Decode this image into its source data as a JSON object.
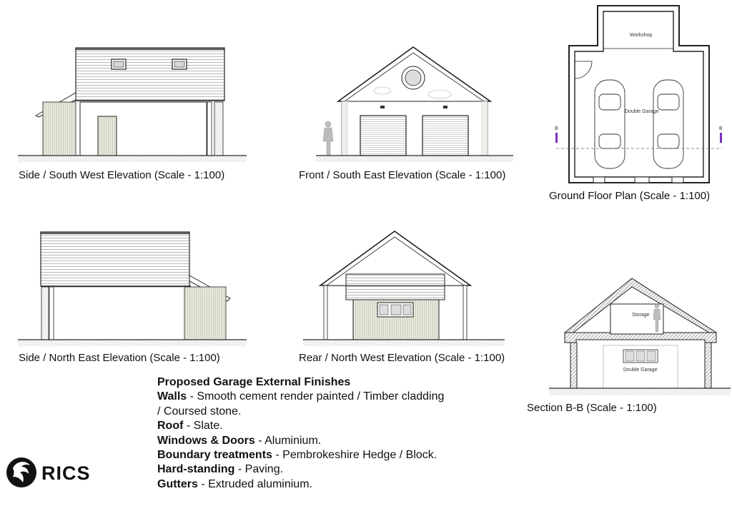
{
  "captions": {
    "side_sw": "Side / South West Elevation (Scale - 1:100)",
    "front_se": "Front / South East Elevation (Scale - 1:100)",
    "ground_floor": "Ground Floor Plan (Scale - 1:100)",
    "side_ne": "Side / North East Elevation (Scale - 1:100)",
    "rear_nw": "Rear / North West Elevation (Scale - 1:100)",
    "section_bb": "Section B-B (Scale - 1:100)"
  },
  "plan_labels": {
    "workshop": "Workshop",
    "double_garage": "Double Garage",
    "section_marker_left": "B",
    "section_marker_right": "B"
  },
  "section_labels": {
    "storage": "Storage",
    "double_garage": "Double Garage"
  },
  "finishes": {
    "title": "Proposed Garage External Finishes",
    "items": [
      {
        "key": "Walls",
        "value": " - Smooth cement render painted / Timber cladding"
      },
      {
        "key": "",
        "value": "/ Coursed stone."
      },
      {
        "key": "Roof",
        "value": " - Slate."
      },
      {
        "key": "Windows & Doors",
        "value": " - Aluminium."
      },
      {
        "key": "Boundary treatments",
        "value": " - Pembrokeshire Hedge / Block."
      },
      {
        "key": "Hard-standing",
        "value": " - Paving."
      },
      {
        "key": "Gutters",
        "value": " - Extruded aluminium."
      }
    ]
  },
  "logo": {
    "text": "RICS"
  },
  "colors": {
    "line": "#222222",
    "cladding": "#e6e6dc",
    "shade": "#cfcfcf",
    "marker": "#7b2fbe"
  }
}
